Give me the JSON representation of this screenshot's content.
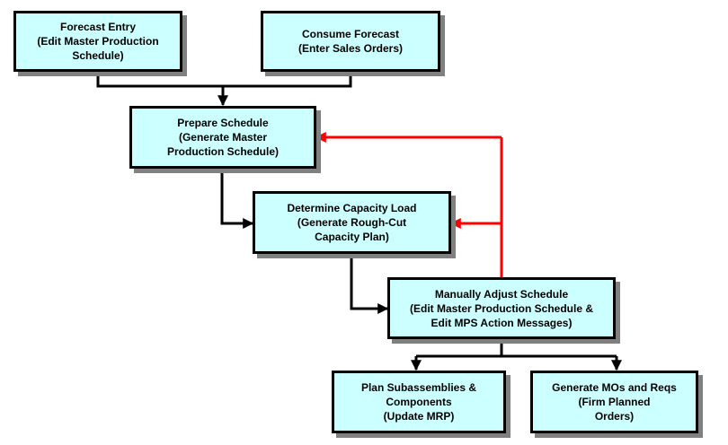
{
  "colors": {
    "box_fill": "#ccffff",
    "box_border": "#000000",
    "shadow": "#808080",
    "flow_line": "#000000",
    "feedback_line": "#ff0000"
  },
  "nodes": {
    "forecast_entry": {
      "lines": [
        "Forecast Entry",
        "(Edit Master Production",
        "Schedule)"
      ]
    },
    "consume_forecast": {
      "lines": [
        "Consume Forecast",
        "(Enter Sales Orders)"
      ]
    },
    "prepare_schedule": {
      "lines": [
        "Prepare Schedule",
        "(Generate Master",
        "Production Schedule)"
      ]
    },
    "determine_capacity": {
      "lines": [
        "Determine Capacity Load",
        "(Generate Rough-Cut",
        "Capacity Plan)"
      ]
    },
    "manually_adjust": {
      "lines": [
        "Manually Adjust Schedule",
        "(Edit Master Production Schedule &",
        "Edit MPS Action Messages)"
      ]
    },
    "plan_subassemblies": {
      "lines": [
        "Plan Subassemblies &",
        "Components",
        "(Update MRP)"
      ]
    },
    "generate_mos": {
      "lines": [
        "Generate MOs and Reqs",
        "(Firm Planned",
        "Orders)"
      ]
    }
  }
}
